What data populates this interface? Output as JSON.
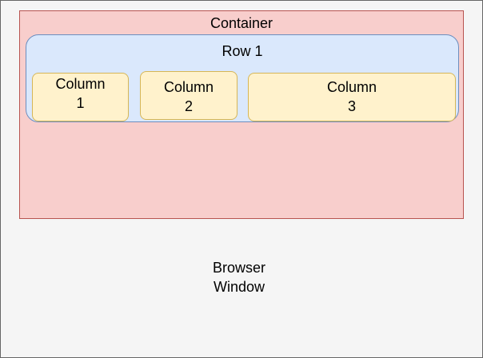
{
  "browser": {
    "label": "Browser\nWindow"
  },
  "container": {
    "label": "Container"
  },
  "row": {
    "label": "Row 1"
  },
  "columns": [
    {
      "label": "Column\n1"
    },
    {
      "label": "Column\n2"
    },
    {
      "label": "Column\n3"
    }
  ],
  "colors": {
    "browser_fill": "#f5f5f5",
    "browser_stroke": "#666666",
    "container_fill": "#f8cecc",
    "container_stroke": "#b85450",
    "row_fill": "#dae8fc",
    "row_stroke": "#6c8ebf",
    "column_fill": "#fff2cc",
    "column_stroke": "#d6b656"
  }
}
